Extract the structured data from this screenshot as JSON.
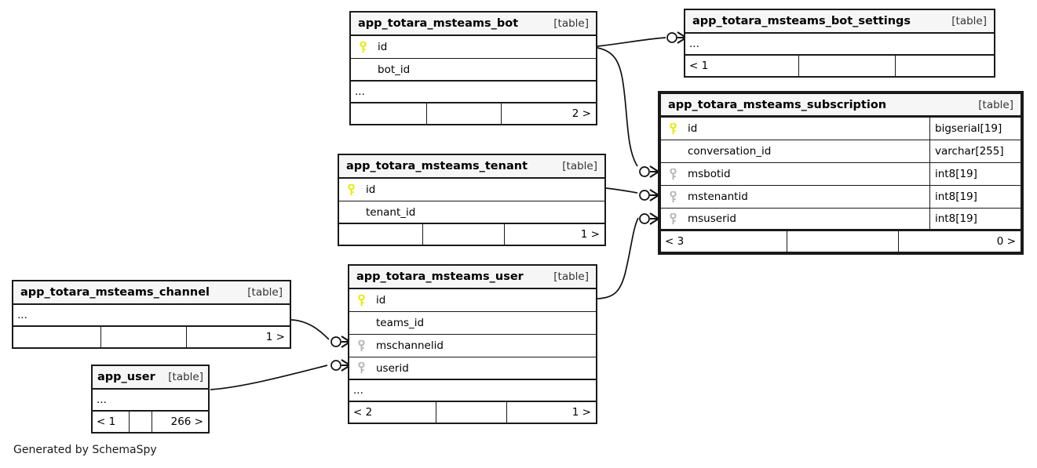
{
  "diagram": {
    "kind": "database-schema-er-diagram",
    "credit": "Generated by SchemaSpy",
    "table_tag": "[table]",
    "ellipsis": "...",
    "colors": {
      "primary_key_icon": "#e8e800",
      "foreign_key_icon": "#b5b5b5",
      "border": "#1a1a1a",
      "header_background": "#f6f6f6",
      "page_background": "#ffffff"
    }
  },
  "tables": [
    {
      "id": "bot",
      "name": "app_totara_msteams_bot",
      "tag": "[table]",
      "focus": false,
      "columns": [
        {
          "key": "primary",
          "key_icon": "key-icon-yellow",
          "name": "id",
          "type": ""
        },
        {
          "key": "none",
          "key_icon": "",
          "name": "bot_id",
          "type": ""
        }
      ],
      "has_ellipsis": true,
      "footer": {
        "left": "",
        "middle": "",
        "right": "2 >"
      }
    },
    {
      "id": "bot_settings",
      "name": "app_totara_msteams_bot_settings",
      "tag": "[table]",
      "focus": false,
      "columns": [],
      "has_ellipsis": true,
      "footer": {
        "left": "< 1",
        "middle": "",
        "right": ""
      }
    },
    {
      "id": "subscription",
      "name": "app_totara_msteams_subscription",
      "tag": "[table]",
      "focus": true,
      "columns": [
        {
          "key": "primary",
          "key_icon": "key-icon-yellow",
          "name": "id",
          "type": "bigserial[19]"
        },
        {
          "key": "none",
          "key_icon": "",
          "name": "conversation_id",
          "type": "varchar[255]"
        },
        {
          "key": "foreign",
          "key_icon": "key-icon-gray",
          "name": "msbotid",
          "type": "int8[19]"
        },
        {
          "key": "foreign",
          "key_icon": "key-icon-gray",
          "name": "mstenantid",
          "type": "int8[19]"
        },
        {
          "key": "foreign",
          "key_icon": "key-icon-gray",
          "name": "msuserid",
          "type": "int8[19]"
        }
      ],
      "has_ellipsis": false,
      "footer": {
        "left": "< 3",
        "middle": "",
        "right": "0 >"
      }
    },
    {
      "id": "tenant",
      "name": "app_totara_msteams_tenant",
      "tag": "[table]",
      "focus": false,
      "columns": [
        {
          "key": "primary",
          "key_icon": "key-icon-yellow",
          "name": "id",
          "type": ""
        },
        {
          "key": "none",
          "key_icon": "",
          "name": "tenant_id",
          "type": ""
        }
      ],
      "has_ellipsis": false,
      "footer": {
        "left": "",
        "middle": "",
        "right": "1 >"
      }
    },
    {
      "id": "user",
      "name": "app_totara_msteams_user",
      "tag": "[table]",
      "focus": false,
      "columns": [
        {
          "key": "primary",
          "key_icon": "key-icon-yellow",
          "name": "id",
          "type": ""
        },
        {
          "key": "none",
          "key_icon": "",
          "name": "teams_id",
          "type": ""
        },
        {
          "key": "foreign",
          "key_icon": "key-icon-gray",
          "name": "mschannelid",
          "type": ""
        },
        {
          "key": "foreign",
          "key_icon": "key-icon-gray",
          "name": "userid",
          "type": ""
        }
      ],
      "has_ellipsis": true,
      "footer": {
        "left": "< 2",
        "middle": "",
        "right": "1 >"
      }
    },
    {
      "id": "channel",
      "name": "app_totara_msteams_channel",
      "tag": "[table]",
      "focus": false,
      "columns": [],
      "has_ellipsis": true,
      "footer": {
        "left": "",
        "middle": "",
        "right": "1 >"
      }
    },
    {
      "id": "app_user",
      "name": "app_user",
      "tag": "[table]",
      "focus": false,
      "columns": [],
      "has_ellipsis": true,
      "footer": {
        "left": "< 1",
        "middle": "",
        "right": "266 >"
      }
    }
  ],
  "relationships": [
    {
      "from": "bot.id",
      "to": "bot_settings",
      "notation": "zero-or-many"
    },
    {
      "from": "bot.id",
      "to": "subscription.msbotid",
      "notation": "zero-or-many"
    },
    {
      "from": "tenant.id",
      "to": "subscription.mstenantid",
      "notation": "zero-or-many"
    },
    {
      "from": "user.id",
      "to": "subscription.msuserid",
      "notation": "zero-or-many"
    },
    {
      "from": "channel",
      "to": "user.mschannelid",
      "notation": "zero-or-many"
    },
    {
      "from": "app_user",
      "to": "user.userid",
      "notation": "zero-or-many"
    }
  ]
}
